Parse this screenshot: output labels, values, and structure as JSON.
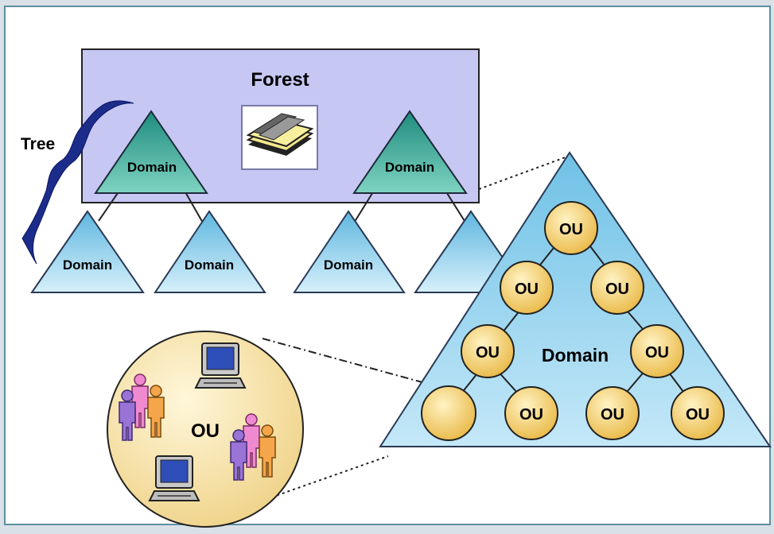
{
  "diagram": {
    "forest_label": "Forest",
    "tree_label": "Tree",
    "forest_domains": [
      "Domain",
      "Domain"
    ],
    "child_domains": [
      "Domain",
      "Domain",
      "Domain",
      ""
    ],
    "zoom_domain": {
      "label": "Domain",
      "ou_nodes": [
        "OU",
        "OU",
        "OU",
        "OU",
        "OU",
        "",
        "OU",
        "OU",
        "OU"
      ]
    },
    "ou_detail": {
      "label": "OU"
    },
    "icons": [
      "database-icon",
      "computer-icon",
      "user-group-icon"
    ],
    "colors": {
      "forest_fill": "#c8c8f5",
      "domain_dark": "#2f9a8a",
      "domain_light": "#b7e3f2",
      "ou_node": "#f2c75b",
      "ou_circle": "#f7e3a3",
      "brace": "#1a2a88"
    }
  }
}
